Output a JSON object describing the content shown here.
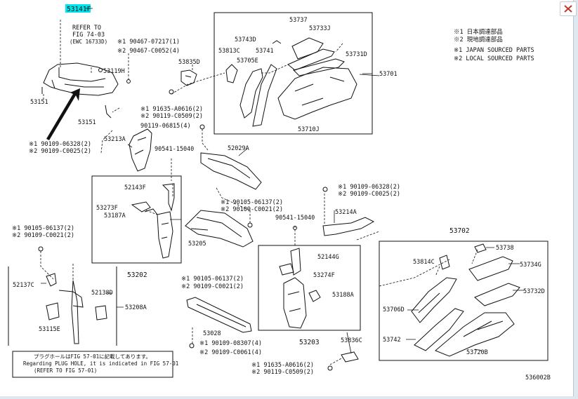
{
  "window": {
    "close_icon": "close-icon"
  },
  "highlight_color": "#00e5ee",
  "legend": [
    "※1 日本調達部品",
    "※2 現地調達部品",
    "※1 JAPAN SOURCED PARTS",
    "※2 LOCAL SOURCED PARTS"
  ],
  "refer": [
    "REFER TO",
    "FIG 74-03",
    "(EWC 16733D)"
  ],
  "note": [
    "プラグホールはFIG 57-01に記載してあります。",
    "Regarding PLUG HOLE, it is indicated in FIG 57-01",
    "(REFER TO FIG 57-01)"
  ],
  "figure_id": "536002B",
  "parts": {
    "p53141F": "53141F",
    "p90467_07217": "※1 90467-07217(1)",
    "p90467_c0052": "※2 90467-C0052(4)",
    "p53119H": "53119H",
    "p53151a": "53151",
    "p53151b": "53151",
    "p90109_06328a": "※1 90109-06328(2)",
    "p90109_c0025a": "※2 90109-C0025(2)",
    "p53835D": "53835D",
    "p91635_a0616a": "※1 91635-A0616(2)",
    "p90119_c0509a": "※2 90119-C0509(2)",
    "p90119_06815": "90119-06815(4)",
    "p53213A": "53213A",
    "p90541_15040a": "90541-15040",
    "p52029A": "52029A",
    "p53737": "53737",
    "p53743D": "53743D",
    "p53733J": "53733J",
    "p53813C": "53813C",
    "p53741": "53741",
    "p53731D": "53731D",
    "p53705E": "53705E",
    "p53701": "53701",
    "p53710J": "53710J",
    "p52143F": "52143F",
    "p53273F": "53273F",
    "p53187A": "53187A",
    "p53202": "53202",
    "p90105_06137a": "※1 90105-06137(2)",
    "p90109_c0021a": "※2 90109-C0021(2)",
    "p90541_15040b": "90541-15040",
    "p90109_06328b": "※1 90109-06328(2)",
    "p90109_c0025b": "※2 90109-C0025(2)",
    "p53214A": "53214A",
    "p53205": "53205",
    "p90105_06137b": "※1 90105-06137(2)",
    "p90109_c0021b": "※2 90109-C0021(2)",
    "p52137C": "52137C",
    "p52138D": "52138D",
    "p53208A": "53208A",
    "p53115E": "53115E",
    "p90105_06137c": "※1 90105-06137(2)",
    "p90109_c0021c": "※2 90109-C0021(2)",
    "p52144G": "52144G",
    "p53274F": "53274F",
    "p53188A": "53188A",
    "p53203": "53203",
    "p53028": "53028",
    "p90109_08307": "※1 90109-08307(4)",
    "p90109_c0061": "※2 90109-C0061(4)",
    "p53836C": "53836C",
    "p91635_a0616b": "※1 91635-A0616(2)",
    "p90119_c0509b": "※2 90119-C0509(2)",
    "p53702": "53702",
    "p53738": "53738",
    "p53814C": "53814C",
    "p53734G": "53734G",
    "p53732D": "53732D",
    "p53706D": "53706D",
    "p53742": "53742",
    "p53720B": "53720B"
  }
}
